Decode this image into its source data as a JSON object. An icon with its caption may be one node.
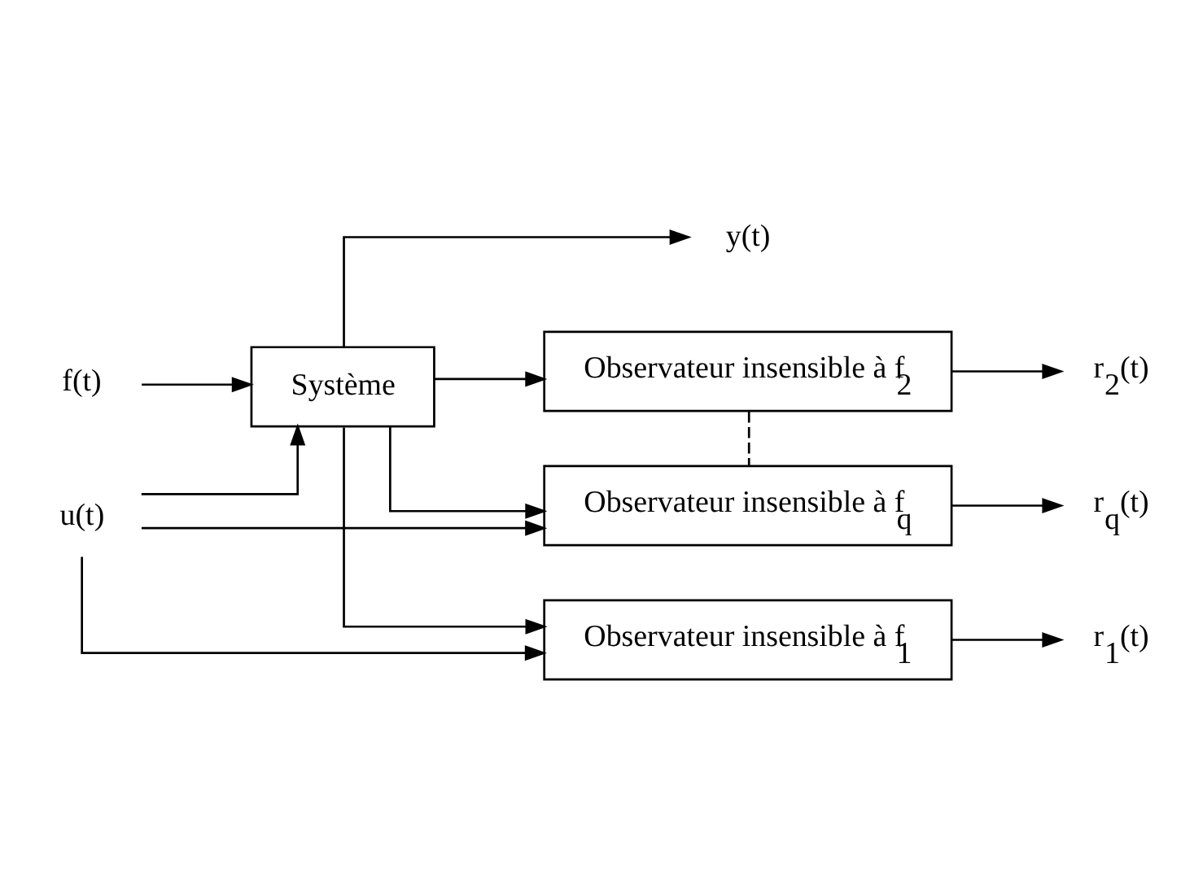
{
  "diagram": {
    "nodes": [
      {
        "text": [
          "u(t)"
        ]
      },
      {
        "text": [
          "f(t)"
        ]
      },
      {
        "text": [
          "Système"
        ]
      },
      {
        "text": [
          "y(t)"
        ]
      },
      {
        "text": [
          "Observateur insensible à f$_{1}$"
        ]
      },
      {
        "text": [
          "Observateur insensible à f$_{2}$"
        ]
      },
      {
        "text": [
          "Observateur insensible à f$_{q}$"
        ]
      },
      {
        "text": [
          "r$_{1}$(t)"
        ]
      },
      {
        "text": [
          "r$_{2}$(t)"
        ]
      },
      {
        "text": [
          "r$_{q}$(t)"
        ]
      }
    ],
    "edges": [
      {
        "from": 0,
        "to": 2,
        "arrow": "to"
      },
      {
        "from": 1,
        "to": 2,
        "arrow": "to"
      },
      {
        "from": 2,
        "to": 3,
        "arrow": "to"
      },
      {
        "from": 0,
        "to": 4,
        "arrow": "to"
      },
      {
        "from": 2,
        "to": 4,
        "arrow": "to"
      },
      {
        "from": 2,
        "to": 5,
        "arrow": "to"
      },
      {
        "from": 0,
        "to": 6,
        "arrow": "to"
      },
      {
        "from": 2,
        "to": 6,
        "arrow": "to"
      },
      {
        "from": 4,
        "to": 7,
        "arrow": "to"
      },
      {
        "from": 5,
        "to": 8,
        "arrow": "to"
      },
      {
        "from": 6,
        "to": 9,
        "arrow": "to"
      },
      {
        "from": 5,
        "to": 6,
        "arrow": "none",
        "style": "dashed"
      }
    ]
  }
}
